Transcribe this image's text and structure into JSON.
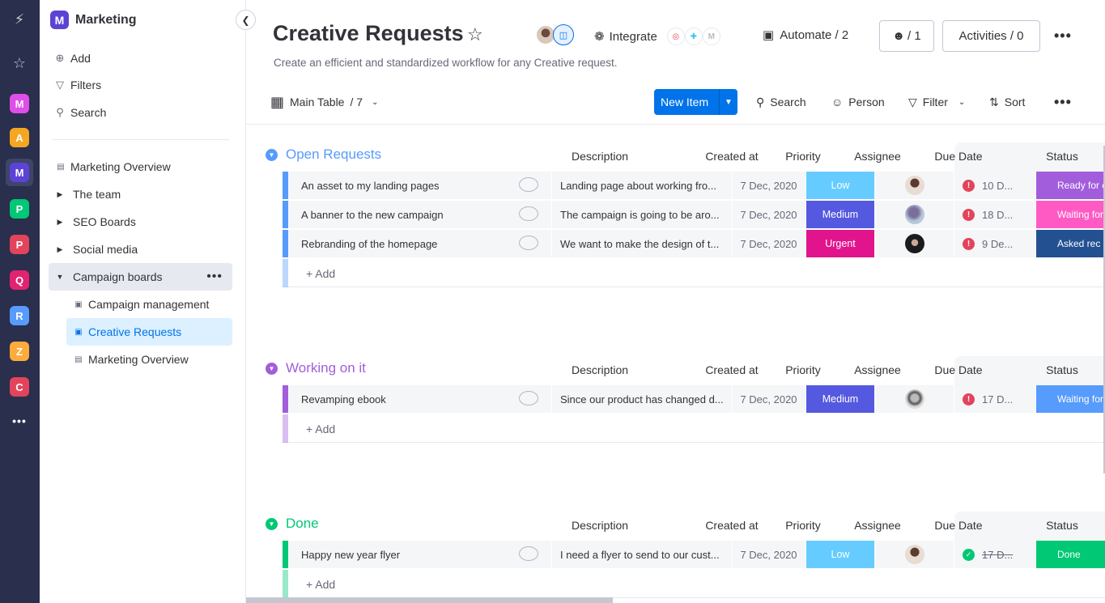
{
  "rail": {
    "letters": [
      {
        "letter": "M",
        "color": "#e04ee8"
      },
      {
        "letter": "A",
        "color": "#f5a623"
      },
      {
        "letter": "M",
        "color": "#5b43d6"
      },
      {
        "letter": "P",
        "color": "#00c875"
      },
      {
        "letter": "P",
        "color": "#e2445c"
      },
      {
        "letter": "Q",
        "color": "#e2236f"
      },
      {
        "letter": "R",
        "color": "#579bfc"
      },
      {
        "letter": "Z",
        "color": "#fdab3d"
      },
      {
        "letter": "C",
        "color": "#e2445c"
      }
    ]
  },
  "sidebar": {
    "workspace_letter": "M",
    "workspace_name": "Marketing",
    "actions": {
      "add": "Add",
      "filters": "Filters",
      "search": "Search"
    },
    "items": [
      {
        "label": "Marketing Overview"
      },
      {
        "label": "The team"
      },
      {
        "label": "SEO Boards"
      },
      {
        "label": "Social media"
      },
      {
        "label": "Campaign boards"
      },
      {
        "label": "Campaign management"
      },
      {
        "label": "Creative Requests"
      },
      {
        "label": "Marketing Overview"
      }
    ]
  },
  "header": {
    "title": "Creative Requests",
    "description": "Create an efficient and standardized workflow for any Creative request.",
    "integrate": "Integrate",
    "automate": "Automate / 2",
    "members": "/ 1",
    "activities": "Activities / 0"
  },
  "toolbar": {
    "view": "Main Table",
    "view_count": "/ 7",
    "new_item": "New Item",
    "search": "Search",
    "person": "Person",
    "filter": "Filter",
    "sort": "Sort"
  },
  "columns": {
    "description": "Description",
    "created": "Created at",
    "priority": "Priority",
    "assignee": "Assignee",
    "due": "Due Date",
    "status": "Status"
  },
  "add_label": "+ Add",
  "groups": [
    {
      "title": "Open Requests",
      "color": "#579bfc",
      "rows": [
        {
          "name": "An asset to my landing pages",
          "desc": "Landing page about working fro...",
          "created": "7 Dec, 2020",
          "priority": "Low",
          "priority_color": "#66ccff",
          "due": "10 D...",
          "status": "Ready for d",
          "status_color": "#a25ddc"
        },
        {
          "name": "A banner to the new campaign",
          "desc": "The campaign is going to be aro...",
          "created": "7 Dec, 2020",
          "priority": "Medium",
          "priority_color": "#5559df",
          "due": "18 D...",
          "status": "Waiting for",
          "status_color": "#ff5ac4"
        },
        {
          "name": "Rebranding of the homepage",
          "desc": "We want to make the design of t...",
          "created": "7 Dec, 2020",
          "priority": "Urgent",
          "priority_color": "#e2148d",
          "due": "9 De...",
          "status": "Asked rec",
          "status_color": "#225091"
        }
      ]
    },
    {
      "title": "Working on it",
      "color": "#a25ddc",
      "rows": [
        {
          "name": "Revamping ebook",
          "desc": "Since our product has changed d...",
          "created": "7 Dec, 2020",
          "priority": "Medium",
          "priority_color": "#5559df",
          "due": "17 D...",
          "status": "Waiting for",
          "status_color": "#579bfc"
        }
      ]
    },
    {
      "title": "Done",
      "color": "#00c875",
      "rows": [
        {
          "name": "Happy new year flyer",
          "desc": "I need a flyer to send to our cust...",
          "created": "7 Dec, 2020",
          "priority": "Low",
          "priority_color": "#66ccff",
          "due": "17 D...",
          "status": "Done",
          "status_color": "#00c875"
        }
      ]
    }
  ]
}
